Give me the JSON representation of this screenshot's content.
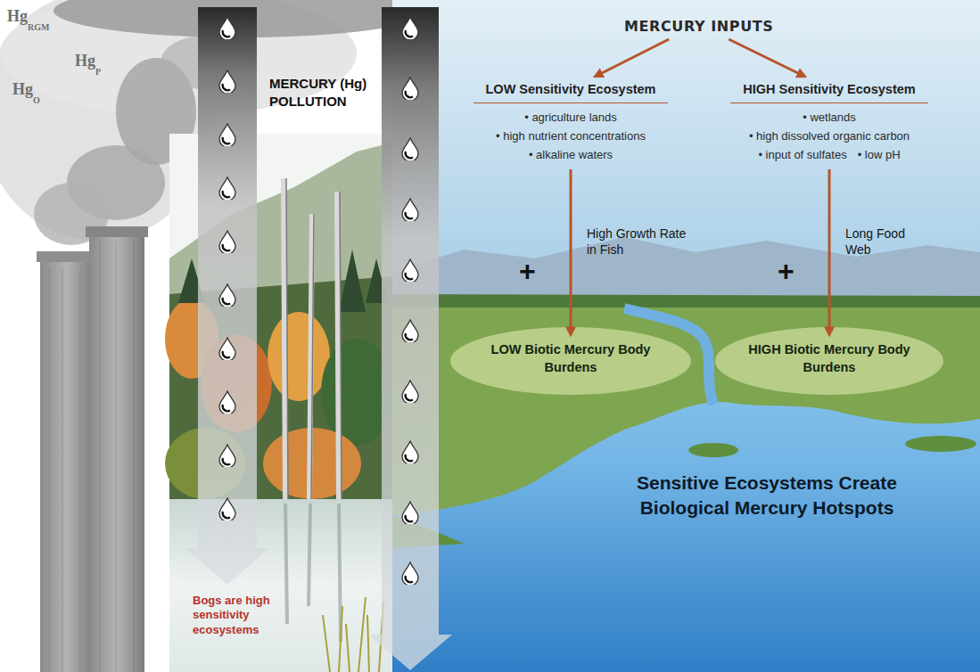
{
  "diagram": {
    "title": "Sensitive Ecosystems Create Biological Mercury Hotspots",
    "nodes": [
      {
        "text": [
          "MERCURY INPUTS"
        ]
      },
      {
        "text": [
          "LOW Sensitivity Ecosystem",
          "• agriculture lands",
          "• high nutrient concentrations",
          "• alkaline waters"
        ]
      },
      {
        "text": [
          "HIGH Sensitivity Ecosystem",
          "• wetlands",
          "• high dissolved organic carbon",
          "• input of sulfates",
          "• low pH"
        ]
      },
      {
        "text": [
          "LOW Biotic Mercury Body Burdens"
        ]
      },
      {
        "text": [
          "HIGH Biotic Mercury Body Burdens"
        ]
      }
    ],
    "edges": [
      {
        "from": 0,
        "to": 1,
        "arrow": "to"
      },
      {
        "from": 0,
        "to": 2,
        "arrow": "to"
      },
      {
        "from": 1,
        "to": 3,
        "arrow": "to",
        "label": "High Growth Rate in Fish"
      },
      {
        "from": 2,
        "to": 4,
        "arrow": "to",
        "label": "Long Food Web"
      }
    ],
    "labels": [
      "Hg",
      "RGM",
      "Hg",
      "P",
      "Hg",
      "O",
      "MERCURY (Hg) POLLUTION",
      "+",
      "+",
      "Bogs are high sensitivity ecosystems"
    ]
  }
}
